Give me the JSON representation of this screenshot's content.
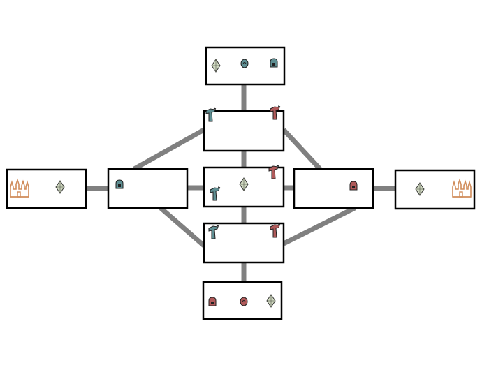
{
  "colors": {
    "background": "#ffffff",
    "room_border": "#000000",
    "corridor": "#808080",
    "teal_piece": "#5f8f93",
    "red_piece": "#b05a5a",
    "crystal": "#cfd8c0",
    "castle": "#d08c5a"
  },
  "rooms": [
    {
      "id": "top",
      "pieces": [
        {
          "type": "crystal-icon",
          "color": "crystal"
        },
        {
          "type": "egg-icon",
          "color": "teal_piece"
        },
        {
          "type": "helmet-icon",
          "color": "teal_piece"
        }
      ]
    },
    {
      "id": "upper-mid",
      "pieces": [
        {
          "type": "cannon-icon",
          "color": "teal_piece"
        },
        {
          "type": "cannon-icon",
          "color": "red_piece"
        }
      ]
    },
    {
      "id": "center",
      "pieces": [
        {
          "type": "cannon-icon",
          "color": "red_piece"
        },
        {
          "type": "cannon-icon",
          "color": "teal_piece"
        },
        {
          "type": "crystal-icon",
          "color": "crystal"
        }
      ]
    },
    {
      "id": "lower-mid",
      "pieces": [
        {
          "type": "cannon-icon",
          "color": "teal_piece"
        },
        {
          "type": "cannon-icon",
          "color": "red_piece"
        }
      ]
    },
    {
      "id": "bottom",
      "pieces": [
        {
          "type": "helmet-icon",
          "color": "red_piece"
        },
        {
          "type": "egg-icon",
          "color": "red_piece"
        },
        {
          "type": "crystal-icon",
          "color": "crystal"
        }
      ]
    },
    {
      "id": "left-inner",
      "pieces": [
        {
          "type": "helmet-icon",
          "color": "teal_piece"
        }
      ]
    },
    {
      "id": "right-inner",
      "pieces": [
        {
          "type": "helmet-icon",
          "color": "red_piece"
        }
      ]
    },
    {
      "id": "left-base",
      "pieces": [
        {
          "type": "castle-icon",
          "color": "castle"
        },
        {
          "type": "crystal-icon",
          "color": "crystal"
        }
      ]
    },
    {
      "id": "right-base",
      "pieces": [
        {
          "type": "crystal-icon",
          "color": "crystal"
        },
        {
          "type": "castle-icon",
          "color": "castle"
        }
      ]
    }
  ],
  "corridors": [
    [
      "top",
      "upper-mid"
    ],
    [
      "upper-mid",
      "center"
    ],
    [
      "center",
      "lower-mid"
    ],
    [
      "lower-mid",
      "bottom"
    ],
    [
      "upper-mid",
      "left-inner"
    ],
    [
      "upper-mid",
      "right-inner"
    ],
    [
      "lower-mid",
      "left-inner"
    ],
    [
      "lower-mid",
      "right-inner"
    ],
    [
      "left-inner",
      "center"
    ],
    [
      "center",
      "right-inner"
    ],
    [
      "left-base",
      "left-inner"
    ],
    [
      "right-inner",
      "right-base"
    ]
  ]
}
